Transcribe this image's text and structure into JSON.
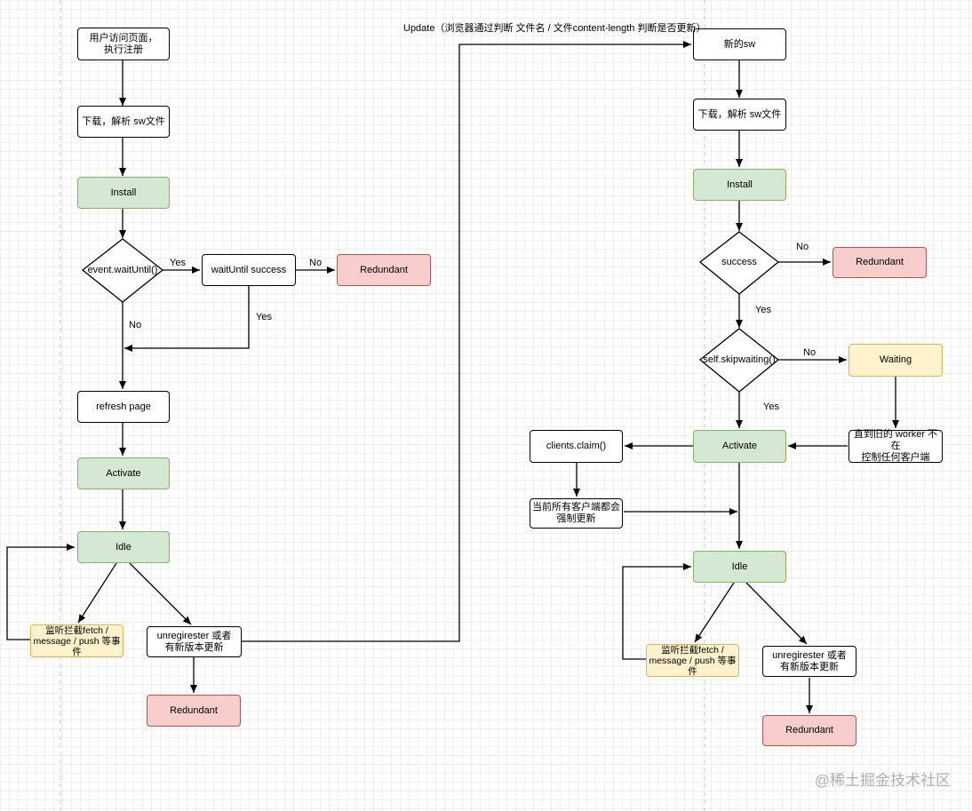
{
  "nodes": {
    "user_visit": "用户访问页面，\n执行注册",
    "download_left": "下载，解析 sw文件",
    "install_left": "Install",
    "waituntil_decision": "event.waitUntil()",
    "waituntil_success": "waitUntil  success",
    "redundant_top_left": "Redundant",
    "refresh_page": "refresh  page",
    "activate_left": "Activate",
    "idle_left": "Idle",
    "listen_left": "监听拦截fetch /\nmessage / push 等事\n件",
    "unregister_left": "unregirester  或者\n有新版本更新",
    "redundant_bottom_left": "Redundant",
    "new_sw": "新的sw",
    "download_right": "下载，解析 sw文件",
    "install_right": "Install",
    "success_decision": "success",
    "redundant_top_right": "Redundant",
    "skipwaiting_decision": "self.skipwaiting()",
    "waiting": "Waiting",
    "until_old_worker": "直到旧的 worker 不在\n控制任何客户端",
    "activate_right": "Activate",
    "clients_claim": "clients.claim()",
    "force_update": "当前所有客户端都会\n强制更新",
    "idle_right": "Idle",
    "listen_right": "监听拦截fetch /\nmessage / push 等事\n件",
    "unregister_right": "unregirester  或者\n有新版本更新",
    "redundant_bottom_right": "Redundant"
  },
  "edge_labels": {
    "yes_waituntil": "Yes",
    "no_waituntil": "No",
    "no_success_left": "No",
    "yes_success_left": "Yes",
    "update_label": "Update（浏览器通过判断 文件名 / 文件content-length 判断是否更新）",
    "no_success_right": "No",
    "yes_success_right": "Yes",
    "no_skipwaiting": "No",
    "yes_skipwaiting": "Yes"
  },
  "watermark": "@稀土掘金技术社区",
  "colors": {
    "green_fill": "#d5e8d4",
    "green_border": "#82b366",
    "red_fill": "#f8cecc",
    "red_border": "#b85450",
    "yellow_fill": "#fff2cc",
    "yellow_border": "#d6b656"
  }
}
